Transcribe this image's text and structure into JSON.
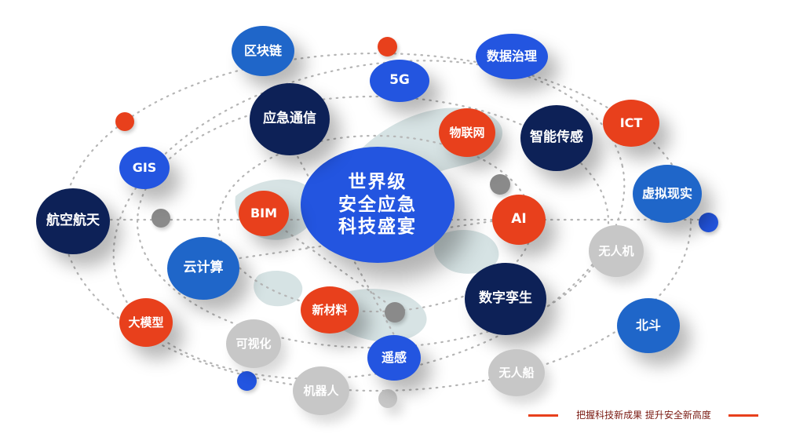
{
  "center": {
    "line1": "世界级",
    "line2": "安全应急",
    "line3": "科技盛宴"
  },
  "nodes": {
    "blockchain": "区块链",
    "fiveg": "5G",
    "data_governance": "数据治理",
    "emergency_comm": "应急通信",
    "iot": "物联网",
    "smart_sensing": "智能传感",
    "ict": "ICT",
    "gis": "GIS",
    "vr": "虚拟现实",
    "aerospace": "航空航天",
    "bim": "BIM",
    "ai": "AI",
    "uav": "无人机",
    "cloud": "云计算",
    "digital_twin": "数字孪生",
    "beidou": "北斗",
    "large_model": "大模型",
    "new_material": "新材料",
    "visualization": "可视化",
    "remote_sensing": "遥感",
    "unmanned_ship": "无人船",
    "robot": "机器人"
  },
  "footer": {
    "slogan": "把握科技新成果 提升安全新高度"
  },
  "colors": {
    "navy": "#0d2157",
    "blue": "#1f66c9",
    "royal": "#2355e0",
    "red": "#e8401c",
    "grey": "#c7c7c7",
    "dot_grey": "#8a8a8a",
    "orbit": "#b5b5b5",
    "map": "#c9dadb"
  }
}
